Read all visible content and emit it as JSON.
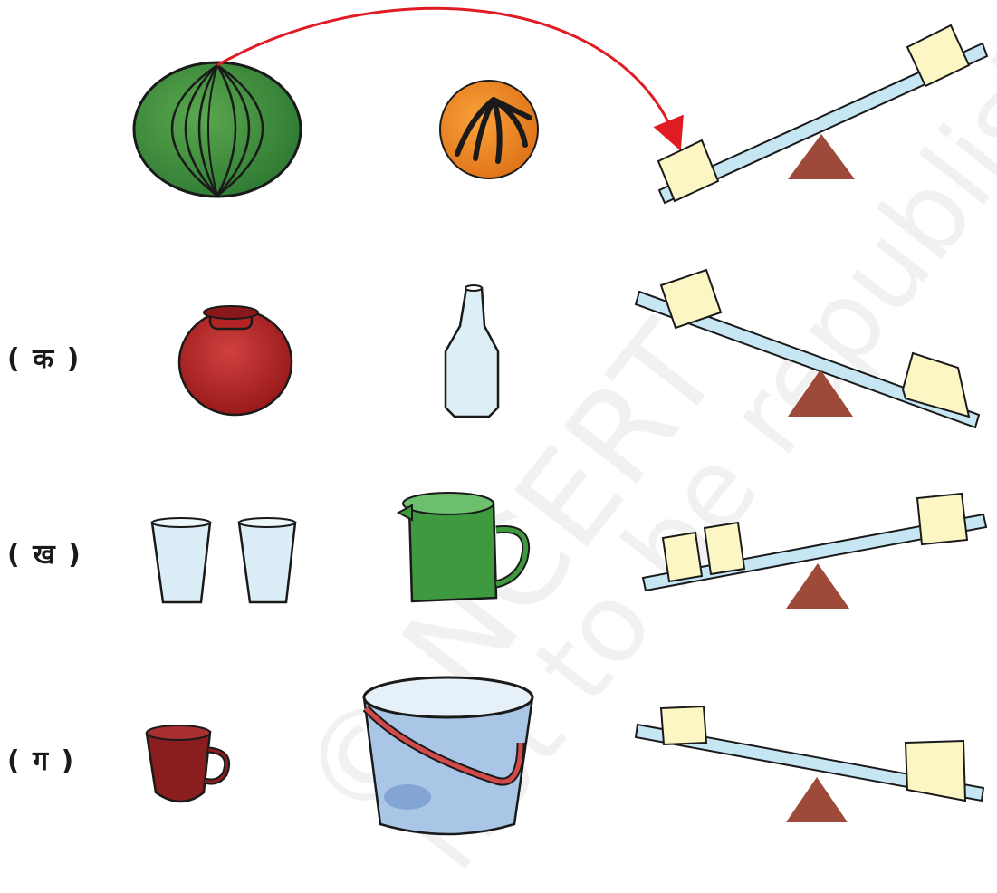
{
  "rows": [
    {
      "id": "example",
      "label": ""
    },
    {
      "id": "ka",
      "label": "( क )"
    },
    {
      "id": "kha",
      "label": "( ख )"
    },
    {
      "id": "ga",
      "label": "( ग )"
    }
  ],
  "watermark": {
    "line1": "© NCERT",
    "line2": "not to be republished"
  },
  "colors": {
    "plank": "#c6e6f4",
    "box": "#fbf6c4",
    "fulcrum": "#9e4a3a",
    "arrow": "#e01b24",
    "watermelon": "#3f8f3c",
    "orange": "#ef8a1c",
    "pot": "#b22424",
    "bottle": "#dceef6",
    "glass": "#dbeef8",
    "jug": "#3f9a3f",
    "mug": "#8a1e1e",
    "bucket": "#a9c6e6"
  }
}
